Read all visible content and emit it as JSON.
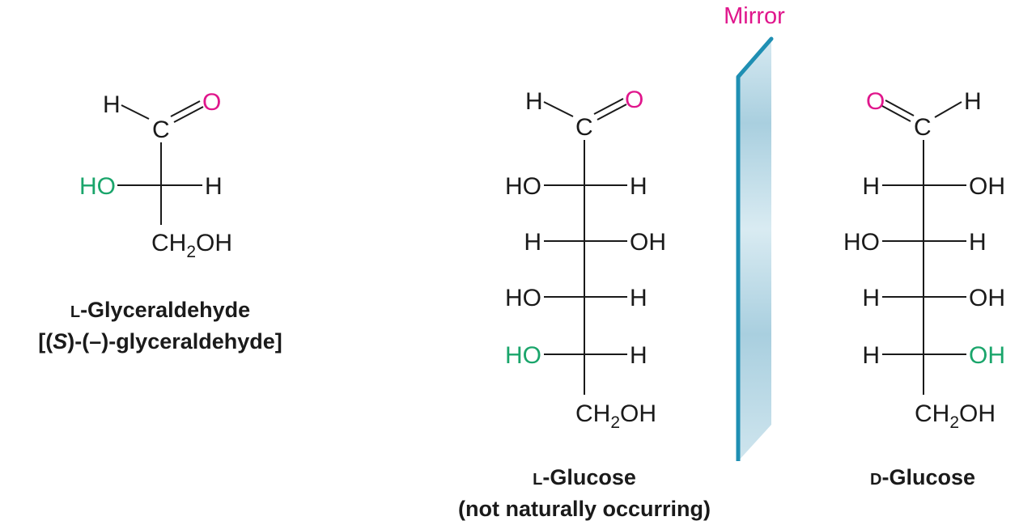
{
  "colors": {
    "ink": "#1a1a1a",
    "oxygen": "#e0168c",
    "config": "#1aa56b",
    "mirror_edge": "#1f8fb3",
    "mirror_glass": "#b9d9e6"
  },
  "mirror_label": "Mirror",
  "glyceraldehyde": {
    "aldehyde_h": "H",
    "aldehyde_c": "C",
    "aldehyde_o": "O",
    "left": "HO",
    "right": "H",
    "bottom_ch": "CH",
    "bottom_sub": "2",
    "bottom_oh": "OH",
    "caption_prefix": "L",
    "caption_name": "-Glyceraldehyde",
    "caption2_open": "[(",
    "caption2_s": "S",
    "caption2_rest": ")-(–)-glyceraldehyde]"
  },
  "l_glucose": {
    "aldehyde_h": "H",
    "aldehyde_c": "C",
    "aldehyde_o": "O",
    "rows": [
      {
        "left": "HO",
        "right": "H"
      },
      {
        "left": "H",
        "right": "OH"
      },
      {
        "left": "HO",
        "right": "H"
      },
      {
        "left": "HO",
        "right": "H"
      }
    ],
    "bottom_ch": "CH",
    "bottom_sub": "2",
    "bottom_oh": "OH",
    "caption_prefix": "L",
    "caption_name": "-Glucose",
    "caption_note": "(not naturally occurring)"
  },
  "d_glucose": {
    "aldehyde_o": "O",
    "aldehyde_c": "C",
    "aldehyde_h": "H",
    "rows": [
      {
        "left": "H",
        "right": "OH"
      },
      {
        "left": "HO",
        "right": "H"
      },
      {
        "left": "H",
        "right": "OH"
      },
      {
        "left": "H",
        "right": "OH"
      }
    ],
    "bottom_ch": "CH",
    "bottom_sub": "2",
    "bottom_oh": "OH",
    "caption_prefix": "D",
    "caption_name": "-Glucose"
  }
}
